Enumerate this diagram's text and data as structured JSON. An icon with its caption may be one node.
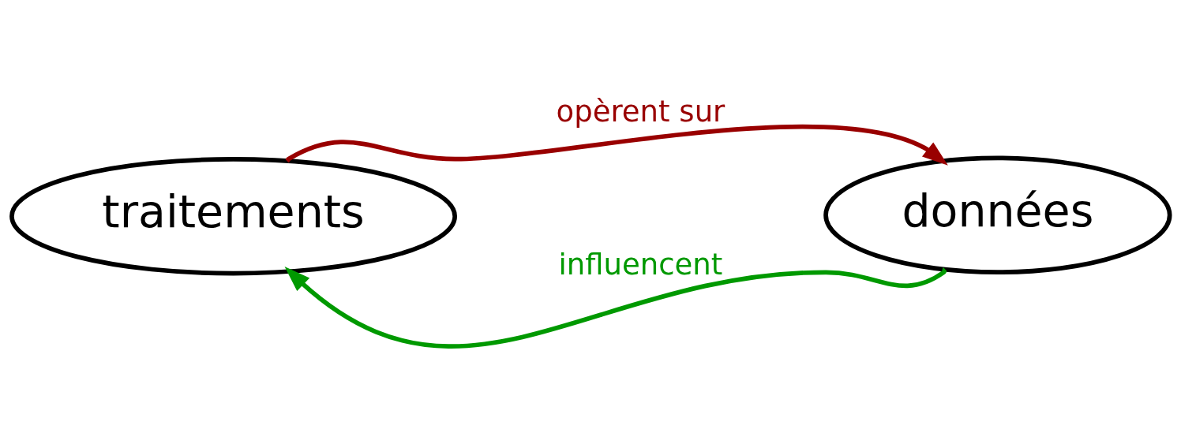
{
  "diagram": {
    "nodes": [
      {
        "text": [
          "traitements"
        ]
      },
      {
        "text": [
          "données"
        ]
      }
    ],
    "edges": [
      {
        "from": 0,
        "to": 1,
        "arrow": "to",
        "label": "opèrent sur",
        "color": "#990000"
      },
      {
        "from": 1,
        "to": 0,
        "arrow": "to",
        "label": "influencent",
        "color": "#009900"
      }
    ]
  }
}
